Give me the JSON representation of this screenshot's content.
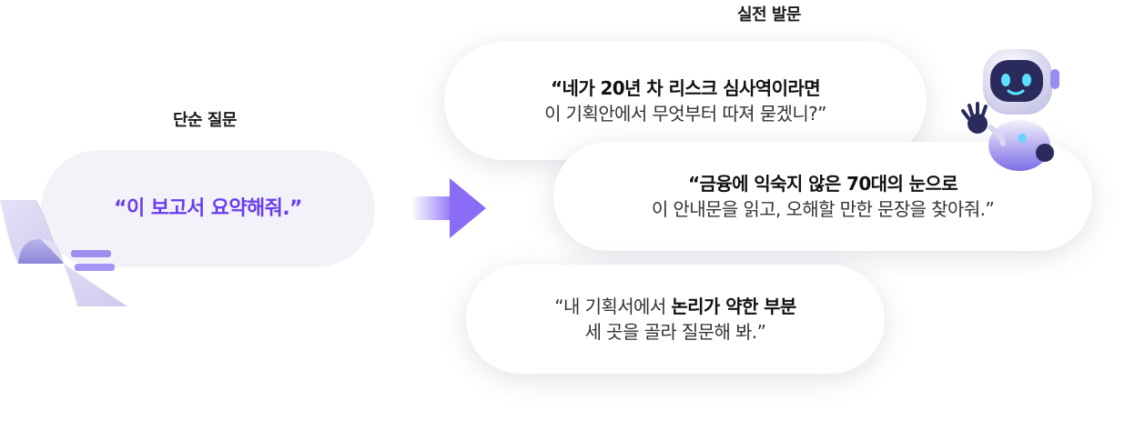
{
  "simple": {
    "heading": "단순 질문",
    "quote": "“이 보고서 요약해줘.”"
  },
  "practical": {
    "heading": "실전 발문",
    "bubbles": [
      {
        "line1": "“네가 20년 차 리스크 심사역이라면",
        "line2": "이 기획안에서 무엇부터 따져 묻겠니?”"
      },
      {
        "line1": "“금융에 익숙지 않은 70대의 눈으로",
        "line2": "이 안내문을 읽고, 오해할 만한 문장을 찾아줘.”"
      },
      {
        "line1a": "“내 기획서에서 ",
        "line1b": "논리가 약한 부분",
        "line2": "세 곳을 골라 질문해 봐.”"
      }
    ]
  },
  "colors": {
    "accent": "#6a3df0",
    "simple_bubble_bg": "#f2f2f8",
    "arrow": "#8a6cf5"
  },
  "icons": [
    "document-icon",
    "arrow-right-icon",
    "robot-icon"
  ]
}
